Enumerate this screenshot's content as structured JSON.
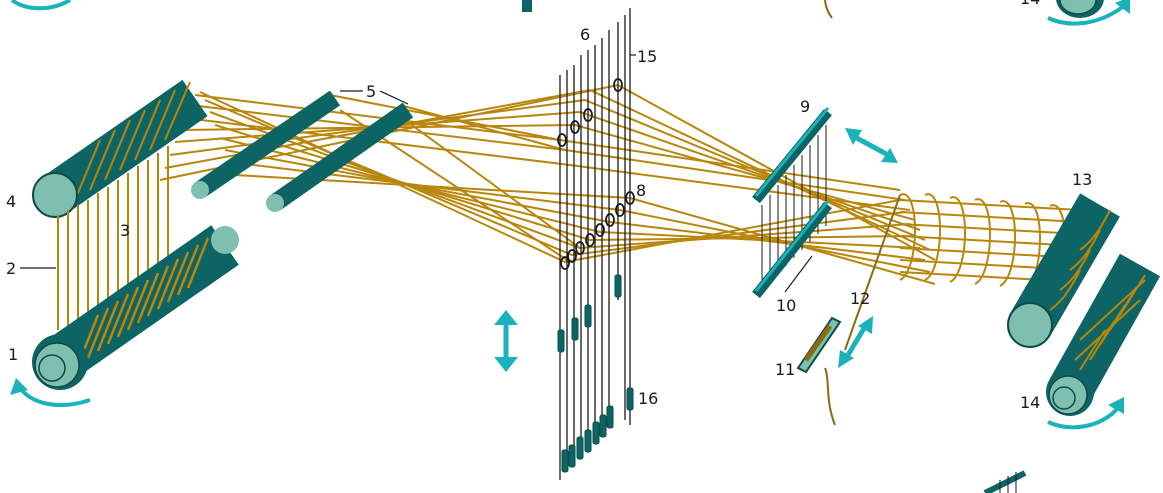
{
  "colors": {
    "warp": "#b8860b",
    "warp_dark": "#8a6a14",
    "beam_dark": "#0d6464",
    "beam_light": "#7fbfb0",
    "arrow": "#1ab3bb",
    "wire": "#1a1a1a"
  },
  "labels": {
    "l1": "1",
    "l2": "2",
    "l3": "3",
    "l4": "4",
    "l5": "5",
    "l6": "6",
    "l8": "8",
    "l9": "9",
    "l10": "10",
    "l11": "11",
    "l12": "12",
    "l13": "13",
    "l14a": "14",
    "l14b": "14",
    "l15": "15",
    "l16": "16"
  },
  "icons": {
    "rotate_left": "curved-arrow-icon",
    "vertical_motion": "double-arrow-vertical-icon",
    "reed_motion": "double-arrow-diagonal-icon",
    "shuttle_motion": "double-arrow-diagonal-icon",
    "rotate_right": "curved-arrow-icon"
  }
}
